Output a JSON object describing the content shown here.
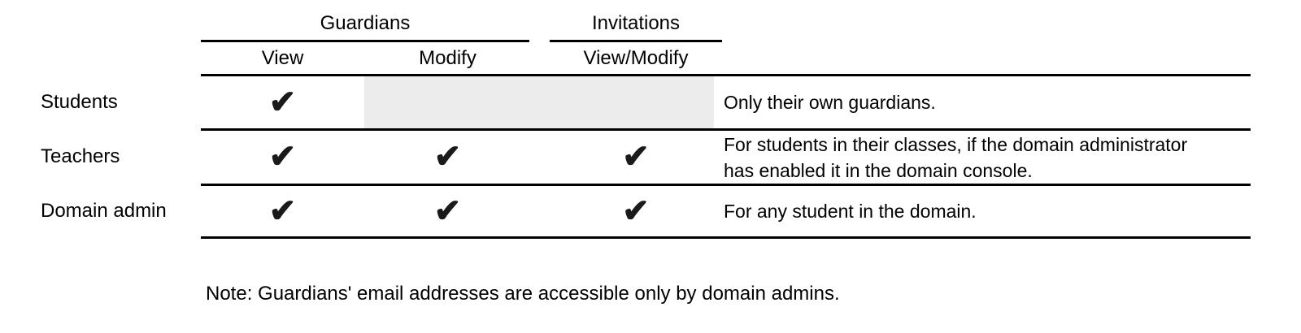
{
  "table": {
    "column_groups": [
      {
        "label": "Guardians",
        "columns": [
          "View",
          "Modify"
        ]
      },
      {
        "label": "Invitations",
        "columns": [
          "View/Modify"
        ]
      }
    ],
    "rows": [
      {
        "label": "Students",
        "checks": {
          "view": true,
          "modify": false,
          "view_modify": false
        },
        "shaded_cells": true,
        "note_lines": [
          "Only their own guardians."
        ]
      },
      {
        "label": "Teachers",
        "checks": {
          "view": true,
          "modify": true,
          "view_modify": true
        },
        "shaded_cells": false,
        "note_lines": [
          "For students in their classes, if the domain administrator",
          "has enabled it in the domain console."
        ]
      },
      {
        "label": "Domain admin",
        "checks": {
          "view": true,
          "modify": true,
          "view_modify": true
        },
        "shaded_cells": false,
        "note_lines": [
          "For any student in the domain."
        ]
      }
    ]
  },
  "footnote": "Note: Guardians' email addresses are accessible only by domain admins.",
  "icons": {
    "checkmark": "✔"
  },
  "colors": {
    "text": "#000000",
    "rule": "#000000",
    "shaded_cell": "#ececec",
    "checkmark": "#1a1a1a",
    "background": "#ffffff"
  }
}
